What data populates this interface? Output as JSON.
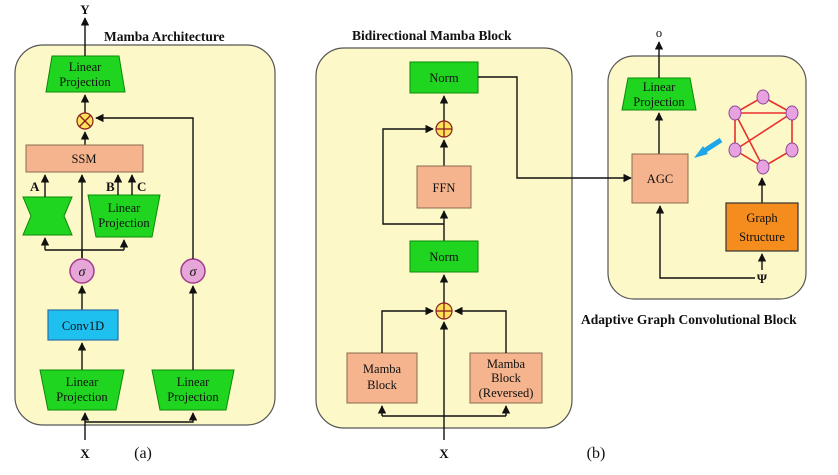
{
  "panel_a": {
    "title": "Mamba Architecture",
    "output_label": "Y",
    "input_label": "X",
    "caption": "(a)",
    "top_projection": [
      "Linear",
      "Projection"
    ],
    "ssm_label": "SSM",
    "param_labels": {
      "a": "A",
      "b": "B",
      "c": "C"
    },
    "middle_projection": [
      "Linear",
      "Projection"
    ],
    "activation_symbol": "σ",
    "conv_label": "Conv1D",
    "bottom_left_projection": [
      "Linear",
      "Projection"
    ],
    "bottom_right_projection": [
      "Linear",
      "Projection"
    ]
  },
  "panel_b": {
    "title": "Bidirectional Mamba Block",
    "input_label": "X",
    "caption": "(b)",
    "norm_top": "Norm",
    "ffn": "FFN",
    "norm_mid": "Norm",
    "mamba_block": [
      "Mamba",
      "Block"
    ],
    "mamba_reversed": [
      "Mamba",
      "Block",
      "(Reversed)"
    ]
  },
  "panel_c": {
    "title": "Adaptive Graph Convolutional Block",
    "output_label": "o",
    "projection": [
      "Linear",
      "Projection"
    ],
    "agc": "AGC",
    "graph_structure": [
      "Graph",
      "Structure"
    ],
    "psi_label": "Ψ"
  }
}
